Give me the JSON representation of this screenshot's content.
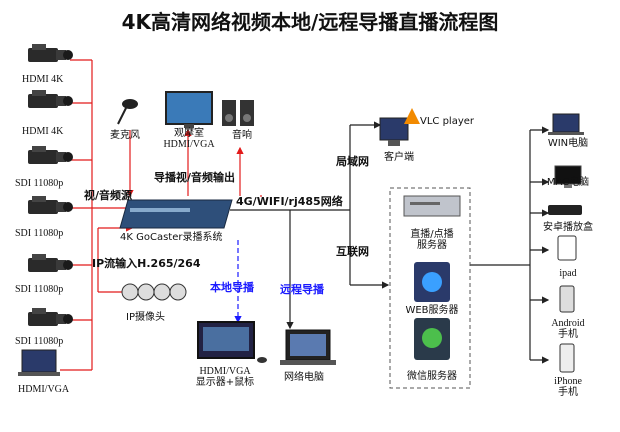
{
  "title": "4K高清网络视频本地/远程导播直播流程图",
  "cameras": [
    "HDMI 4K",
    "HDMI 4K",
    "SDI 11080p",
    "SDI 11080p",
    "SDI 11080p",
    "SDI 11080p",
    "HDMI/VGA"
  ],
  "labels": {
    "video_audio_source": "视/音频源",
    "ip_input": "IP流输入H.265/264",
    "ip_camera": "IP摄像头",
    "recorder": "4K GoCaster录播系统",
    "microphone": "麦克风",
    "viewing_room": "观摩室",
    "viewing_room_sub": "HDMI/VGA",
    "speaker": "音响",
    "director_output": "导播视/音频输出",
    "network": "4G/WIFI/rj485网络",
    "local_director": "本地导播",
    "remote_director": "远程导播",
    "monitor": "HDMI/VGA",
    "monitor_sub": "显示器+鼠标",
    "laptop": "网络电脑",
    "lan": "局域网",
    "internet": "互联网",
    "vlc": "VLC player",
    "client": "客户端",
    "live_server": "直播/点播",
    "live_server_sub": "服务器",
    "web_server": "WEB服务器",
    "wechat_server": "微信服务器"
  },
  "devices": {
    "win": "WIN电脑",
    "mac": "MAC电脑",
    "android_box": "安卓播放盒",
    "ipad": "ipad",
    "android_phone": "Android",
    "android_phone_sub": "手机",
    "iphone": "iPhone",
    "iphone_sub": "手机"
  },
  "colors": {
    "line_red": "#e21a1a",
    "line_blue": "#1a1aff",
    "line_dark": "#222222"
  }
}
